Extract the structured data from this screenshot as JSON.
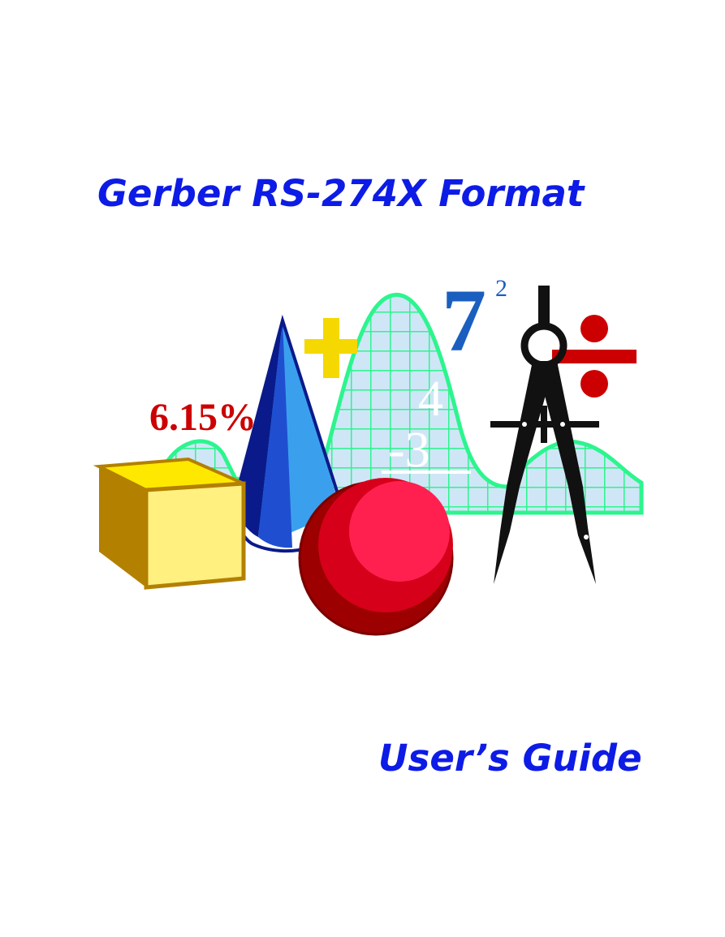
{
  "cover": {
    "title": "Gerber RS-274X Format",
    "subtitle": "User’s Guide"
  },
  "illustration": {
    "percent_label": "6.15%",
    "base_numeral": "7",
    "exponent": "2",
    "digit_four": "4",
    "minus_three": "-3",
    "colors": {
      "title_blue": "#0d1be6",
      "percent_red": "#cc0000",
      "curve_green": "#2cf58e",
      "grid_fill": "#cfe6f7",
      "cube_yellow": "#fff080",
      "cone_blue": "#3a6fd8",
      "sphere_red": "#ff2050",
      "numeral_blue": "#1a5fbf"
    },
    "icons": [
      "cube-icon",
      "cone-icon",
      "sphere-icon",
      "plus-sign-icon",
      "divide-sign-icon",
      "compass-icon",
      "bell-curve-graph"
    ]
  }
}
